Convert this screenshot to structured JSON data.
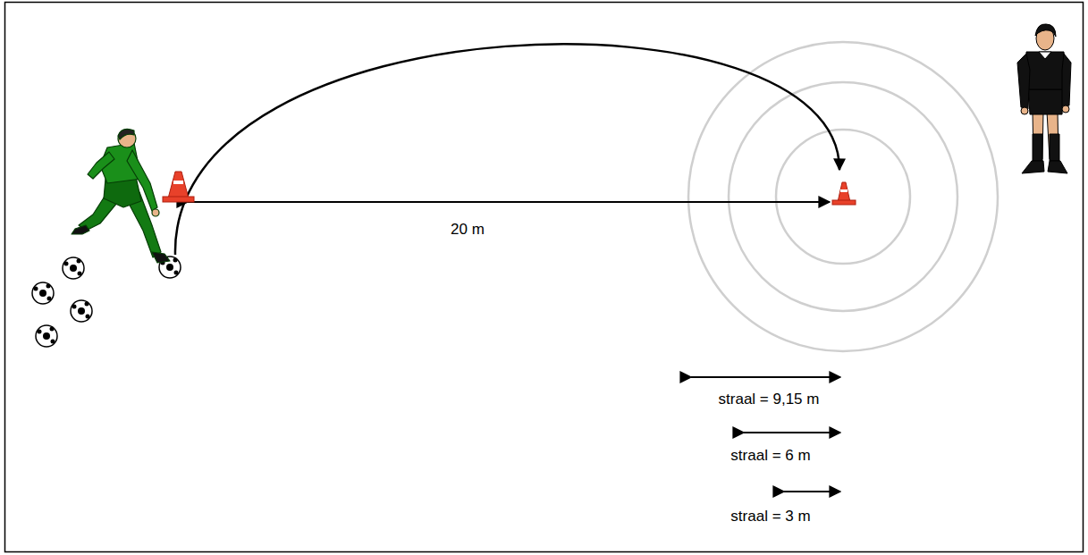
{
  "diagram": {
    "labels": [
      "20 m",
      "straal = 9,15 m",
      "straal = 6 m",
      "straal = 3 m"
    ]
  }
}
